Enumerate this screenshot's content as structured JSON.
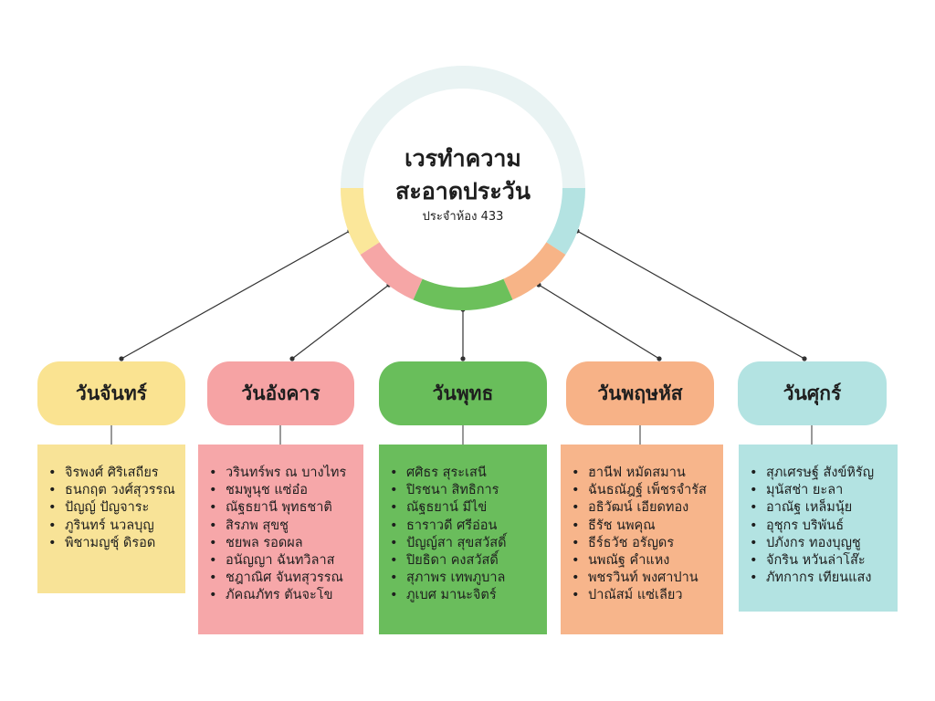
{
  "title": {
    "line1": "เวรทำความ",
    "line2": "สะอาดประวัน",
    "subtitle": "ประจำห้อง 433"
  },
  "ring_colors": {
    "base": "#e9f3f3",
    "yellow": "#fbe79a",
    "pink": "#f6a6a6",
    "green": "#6cc05b",
    "orange": "#f7b487",
    "cyan": "#b4e3e2"
  },
  "connector_color": "#333333",
  "days": [
    {
      "id": "monday",
      "label": "วันจันทร์",
      "header_color": "#fae391",
      "box_color": "#f8e397",
      "members": [
        "จิรพงศ์ ศิริเสถียร",
        "ธนกฤต วงศ์สุวรรณ",
        "ปัญญ์ ปัญจาระ",
        "ภูรินทร์ นวลบุญ",
        "พิชามญชุ์ ดิรอด"
      ]
    },
    {
      "id": "tuesday",
      "label": "วันอังคาร",
      "header_color": "#f6a3a4",
      "box_color": "#f6a7a9",
      "members": [
        "วรินทร์พร ณ บางไทร",
        "ชมพูนุช แซ่อ๋อ",
        "ณัฐธยานี พุทธชาติ",
        "สิรภพ สุขชู",
        "ชยพล รอดผล",
        "อนัญญา ฉันทวิลาส",
        "ชฎาณิศ จันทสุวรรณ",
        "ภัคณภัทร ตันจะโข"
      ]
    },
    {
      "id": "wednesday",
      "label": "วันพุทธ",
      "header_color": "#69be5b",
      "box_color": "#6abd5c",
      "members": [
        "ศศิธร สุระเสนี",
        "ปิรชนา สิทธิการ",
        "ณัฐธยาน์ มีไข่",
        "ธาราวดี ศรีอ่อน",
        "ปัญญ์สา สุขสวัสดิ์",
        "ปิยธิดา คงสวัสดิ์",
        "สุภาพร เทพภูบาล",
        "ภูเบศ มานะจิตร์"
      ]
    },
    {
      "id": "thursday",
      "label": "วันพฤษหัส",
      "header_color": "#f7b287",
      "box_color": "#f7b58b",
      "members": [
        "ฮานีฟ หมัดสมาน",
        "ฉันธณัฎฐ์ เพ็ชรจำรัส",
        "อธิวัฒน์ เอียดทอง",
        "ธีรัช นพคุณ",
        "ธีร์ธวัช อรัญดร",
        "นพณัฐ คำแหง",
        "พชรวินท์ พงศาปาน",
        "ปาณัสม์ แซ่เลียว"
      ]
    },
    {
      "id": "friday",
      "label": "วันศุกร์",
      "header_color": "#b3e3e2",
      "box_color": "#b3e3e2",
      "members": [
        "สุภเศรษฐ์ สังข์หิรัญ",
        "มุนัสช่า ยะลา",
        "อาณัฐ เหล็มนุ้ย",
        "อุชุกร บริพันธ์",
        "ปภังกร ทองบุญชู",
        "จักริน หวันล่าโส๊ะ",
        "ภัทกากร เทียนแสง"
      ]
    }
  ]
}
